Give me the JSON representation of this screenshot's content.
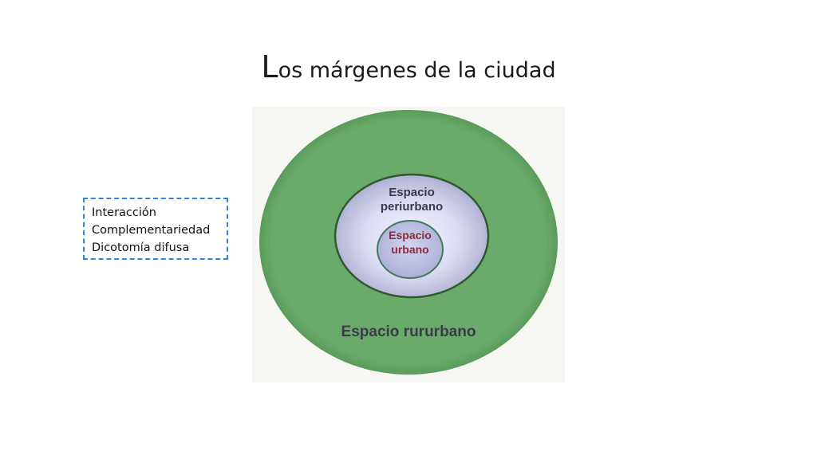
{
  "slide": {
    "title_initial": "L",
    "title_rest": "os márgenes de la ciudad"
  },
  "diagram": {
    "outer_label": "Espacio rururbano",
    "middle_label_line1": "Espacio",
    "middle_label_line2": "periurbano",
    "inner_label_line1": "Espacio",
    "inner_label_line2": "urbano",
    "colors": {
      "outer_fill": "#6aaa6a",
      "outer_edge": "#5a9a5a",
      "ring_stroke": "#2f5a2f",
      "middle_fill_center": "#f4f4ff",
      "middle_fill_edge": "#a9a9cf",
      "inner_fill": "#b6b8dc",
      "inner_stroke": "#3f7a5a",
      "dark_label": "#3a3a4a",
      "inner_label": "#8a2a3a"
    }
  },
  "notes": {
    "items": [
      "Interacción",
      "Complementariedad",
      "Dicotomía difusa"
    ],
    "border_color": "#2e86de"
  }
}
